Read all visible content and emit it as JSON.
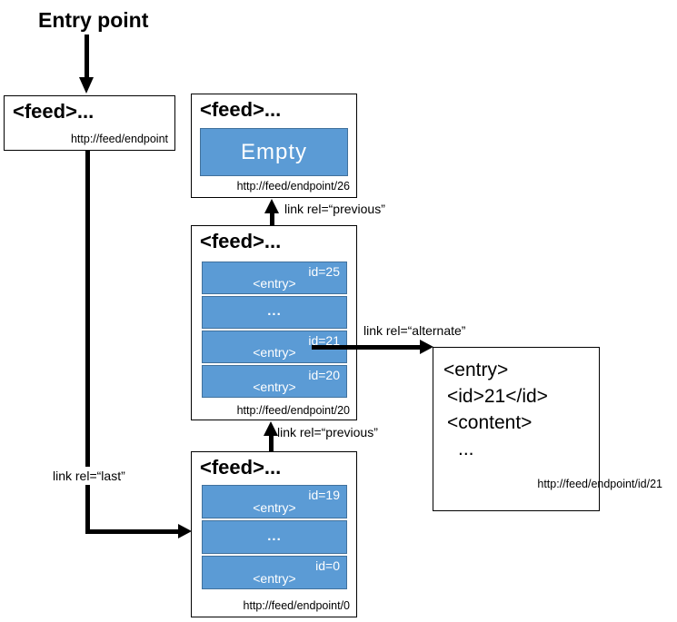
{
  "title": "Entry point",
  "colors": {
    "blue_fill": "#5B9BD5",
    "blue_border": "#41719C",
    "line": "#000000",
    "text_on_blue": "#FFFFFF"
  },
  "edges": {
    "last_label": "link rel=“last”",
    "previous_top_label": "link rel=“previous”",
    "previous_bottom_label": "link rel=“previous”",
    "alternate_label": "link rel=“alternate”"
  },
  "boxes": {
    "entry_feed": {
      "title": "<feed>...",
      "url": "http://feed/endpoint"
    },
    "empty_feed": {
      "title": "<feed>...",
      "body": "Empty",
      "url": "http://feed/endpoint/26"
    },
    "feed_20": {
      "title": "<feed>...",
      "url": "http://feed/endpoint/20",
      "rows": [
        {
          "label": "<entry>",
          "id": "id=25"
        },
        {
          "label": "..."
        },
        {
          "label": "<entry>",
          "id": "id=21"
        },
        {
          "label": "<entry>",
          "id": "id=20"
        }
      ]
    },
    "feed_0": {
      "title": "<feed>...",
      "url": "http://feed/endpoint/0",
      "rows": [
        {
          "label": "<entry>",
          "id": "id=19"
        },
        {
          "label": "..."
        },
        {
          "label": "<entry>",
          "id": "id=0"
        }
      ]
    },
    "entry_21": {
      "lines": [
        "<entry>",
        "<id>21</id>",
        "<content>",
        "..."
      ],
      "url": "http://feed/endpoint/id/21"
    }
  }
}
